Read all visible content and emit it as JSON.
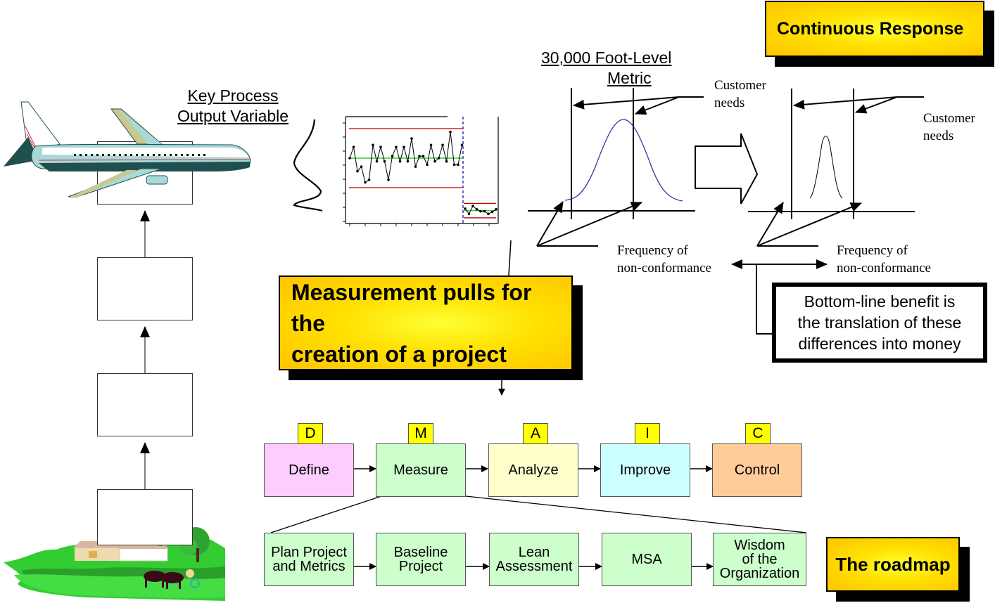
{
  "callouts": {
    "continuous_response": "Continuous Response",
    "measurement_pulls_line1": "Measurement pulls for the",
    "measurement_pulls_line2": "creation of a project",
    "roadmap": "The roadmap"
  },
  "titles": {
    "kpov_line1": "Key Process",
    "kpov_line2": "Output Variable",
    "metric_line1": "30,000 Foot-Level",
    "metric_line2": "Metric"
  },
  "annotations": {
    "customer_needs_left_line1": "Customer",
    "customer_needs_left_line2": "needs",
    "customer_needs_right_line1": "Customer",
    "customer_needs_right_line2": "needs",
    "freq_left_line1": "Frequency of",
    "freq_left_line2": "non-conformance",
    "freq_right_line1": "Frequency of",
    "freq_right_line2": "non-conformance",
    "money_line1": "Bottom-line benefit is",
    "money_line2": "the translation of these",
    "money_line3": "differences into money"
  },
  "dmaic": [
    {
      "letter": "D",
      "label": "Define",
      "color": "#ffccff"
    },
    {
      "letter": "M",
      "label": "Measure",
      "color": "#ccffcc"
    },
    {
      "letter": "A",
      "label": "Analyze",
      "color": "#ffffcc"
    },
    {
      "letter": "I",
      "label": "Improve",
      "color": "#ccffff"
    },
    {
      "letter": "C",
      "label": "Control",
      "color": "#ffcc99"
    }
  ],
  "measure_substeps": [
    "Plan Project\nand Metrics",
    "Baseline\nProject",
    "Lean\nAssessment",
    "MSA",
    "Wisdom\nof the\nOrganization"
  ],
  "control_chart": {
    "phase1_points": [
      0.55,
      0.72,
      0.35,
      0.42,
      0.18,
      0.22,
      0.75,
      0.5,
      0.72,
      0.5,
      0.22,
      0.58,
      0.72,
      0.5,
      0.72,
      0.5,
      0.85,
      0.42,
      0.58,
      0.58,
      0.45,
      0.75,
      0.5,
      0.55,
      0.75,
      0.5,
      0.95,
      0.45,
      0.45,
      0.75
    ],
    "phase1_center": 0.55,
    "phase1_ucl": 1.0,
    "phase1_lcl": 0.1,
    "phase2_points": [
      -0.22,
      -0.3,
      -0.18,
      -0.23,
      -0.26,
      -0.26,
      -0.3,
      -0.27,
      -0.23
    ],
    "phase2_center": -0.25,
    "phase2_ucl": -0.14,
    "phase2_lcl": -0.36
  },
  "colors": {
    "control_limit": "#c00000",
    "center_line": "#33cc33",
    "phase_divider": "#000099",
    "distribution_curve": "#333399"
  }
}
